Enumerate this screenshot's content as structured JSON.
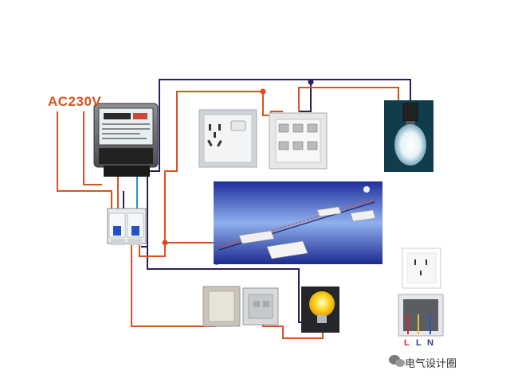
{
  "supply_label": "AC230V",
  "wire_labels": {
    "l": "L",
    "l2": "L",
    "n": "N"
  },
  "watermark": "电气设计圈",
  "colors": {
    "live_wire": "#d9531e",
    "neutral_wire": "#2a1e5c",
    "earth_wire": "#2a8fcf",
    "junction_live": "#e0471c",
    "junction_neutral": "#2a1e5c",
    "label_red": "#e0262b",
    "label_blue": "#1f3c88"
  },
  "icons": [
    "energy-meter-icon",
    "circuit-breaker-icon",
    "socket-icon",
    "switch-icon",
    "light-bulb-icon",
    "wechat-icon"
  ]
}
